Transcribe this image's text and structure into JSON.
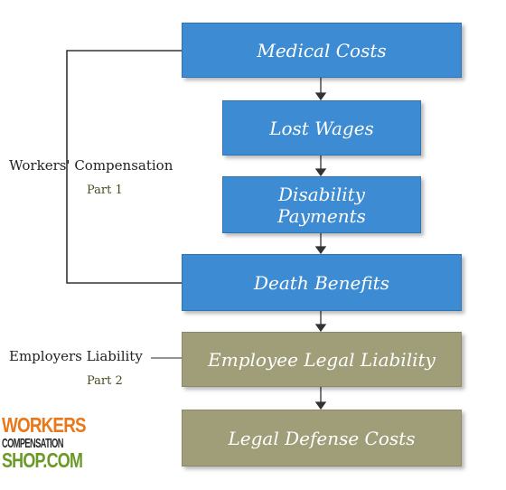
{
  "boxes": {
    "medical_costs": "Medical Costs",
    "lost_wages": "Lost Wages",
    "disability_line1": "Disability",
    "disability_line2": "Payments",
    "death_benefits": "Death Benefits",
    "employee_legal_liability": "Employee Legal Liability",
    "legal_defense_costs": "Legal Defense Costs"
  },
  "labels": {
    "workers_comp": "Workers' Compensation",
    "part1": "Part 1",
    "employers_liability": "Employers Liability",
    "part2": "Part 2"
  },
  "logo": {
    "line1": "WORKERS",
    "line2": "COMPENSATION",
    "line3": "SHOP.COM"
  },
  "colors": {
    "blue_box": "#3d8bd2",
    "khaki_box": "#a09e78",
    "logo_orange": "#e8781a",
    "logo_green": "#6a9a24"
  }
}
